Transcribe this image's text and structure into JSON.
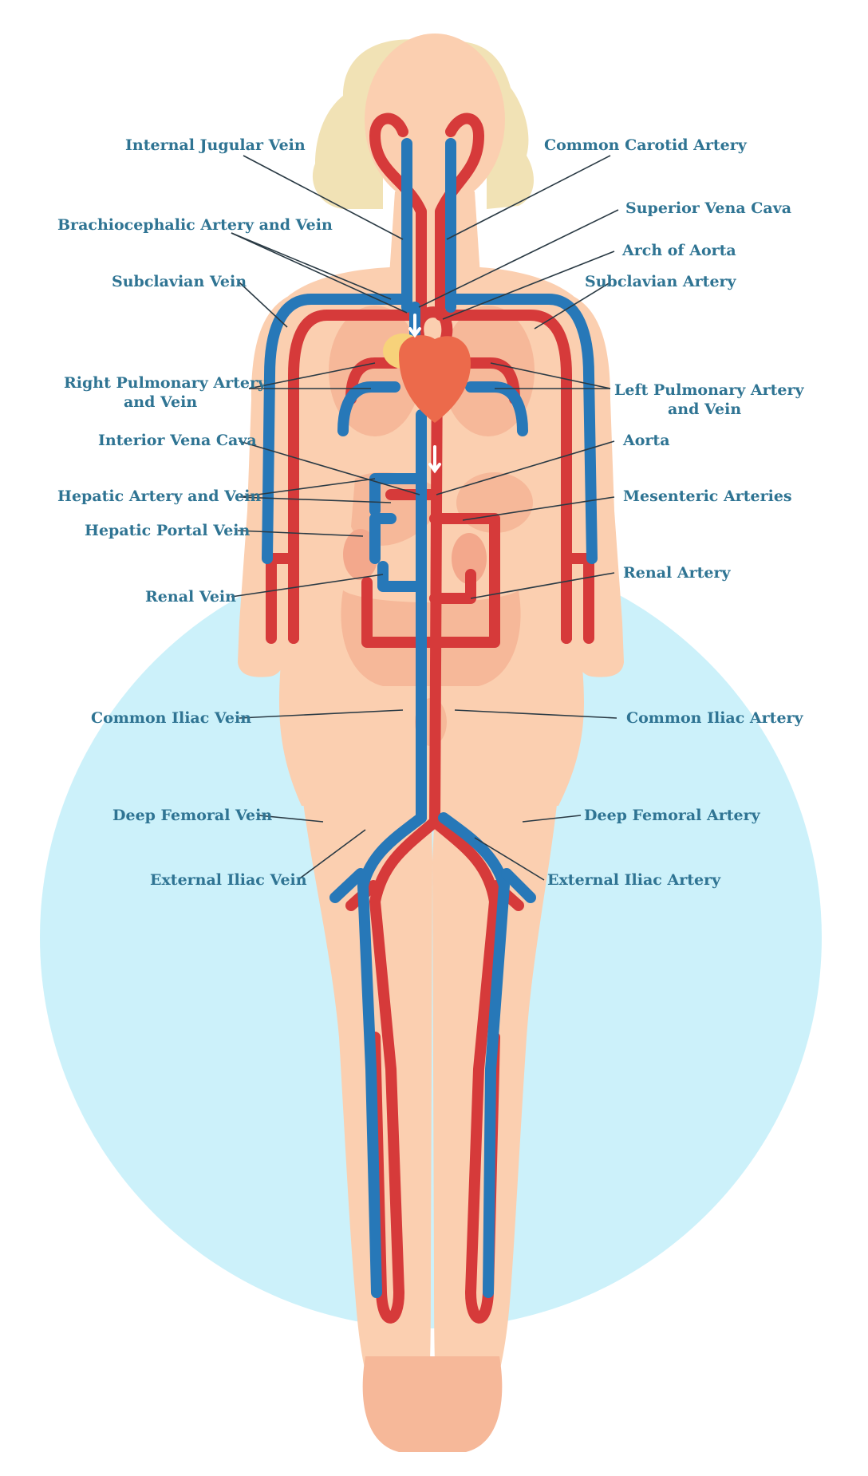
{
  "colors": {
    "background": "#ffffff",
    "backdrop_circle": "#ccf1fa",
    "hair": "#f1e2b5",
    "skin": "#fbcfb0",
    "skin_shade": "#f6b899",
    "organ": "#f3a88c",
    "artery": "#d63a3a",
    "vein": "#2778b8",
    "heart": "#ec6a4b",
    "heart_atrium": "#f7d27a",
    "label_text": "#2f7493",
    "leader_line": "#2a3a44"
  },
  "labels": {
    "internal_jugular_vein": "Internal Jugular Vein",
    "common_carotid_artery": "Common Carotid Artery",
    "superior_vena_cava": "Superior Vena Cava",
    "brachiocephalic_artery_and_vein": "Brachiocephalic Artery and Vein",
    "arch_of_aorta": "Arch of Aorta",
    "subclavian_vein": "Subclavian Vein",
    "subclavian_artery": "Subclavian Artery",
    "right_pulmonary_line1": "Right Pulmonary Artery",
    "right_pulmonary_line2": "and Vein",
    "left_pulmonary_line1": "Left Pulmonary Artery",
    "left_pulmonary_line2": "and Vein",
    "interior_vena_cava": "Interior Vena Cava",
    "aorta": "Aorta",
    "hepatic_artery_and_vein": "Hepatic Artery and Vein",
    "mesenteric_arteries": "Mesenteric Arteries",
    "hepatic_portal_vein": "Hepatic Portal Vein",
    "renal_artery": "Renal Artery",
    "renal_vein": "Renal Vein",
    "common_iliac_vein": "Common Iliac Vein",
    "common_iliac_artery": "Common Iliac Artery",
    "deep_femoral_vein": "Deep Femoral Vein",
    "deep_femoral_artery": "Deep Femoral Artery",
    "external_iliac_vein": "External Iliac Vein",
    "external_iliac_artery": "External Iliac Artery"
  }
}
